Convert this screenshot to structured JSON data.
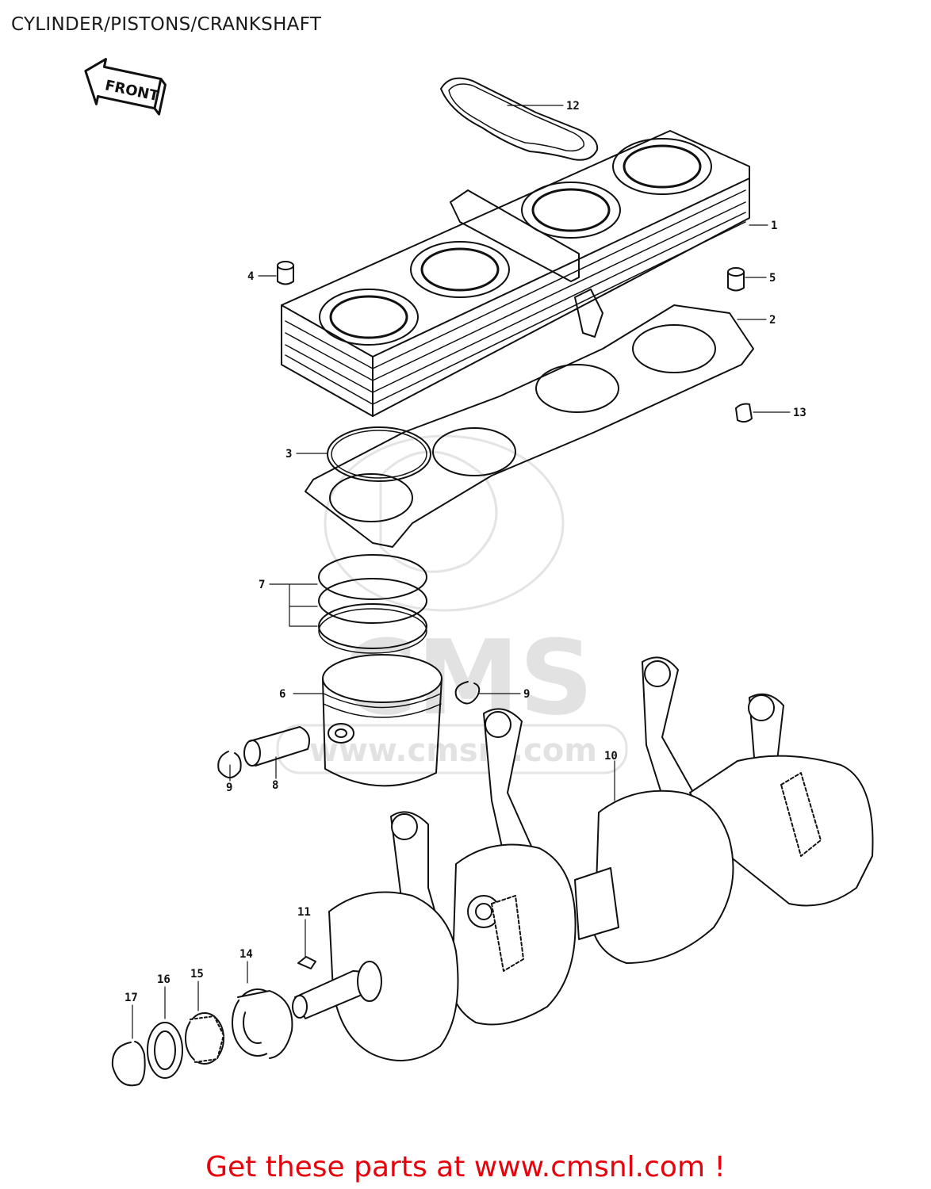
{
  "title": "CYLINDER/PISTONS/CRANKSHAFT",
  "front_label": "FRONT",
  "watermark": {
    "logo": "CMS",
    "url": "www.cmsnl.com"
  },
  "callouts": [
    {
      "id": "12",
      "part": "head-gasket"
    },
    {
      "id": "1",
      "part": "cylinder-block"
    },
    {
      "id": "4",
      "part": "dowel-pin-left"
    },
    {
      "id": "5",
      "part": "dowel-pin-right"
    },
    {
      "id": "2",
      "part": "base-gasket"
    },
    {
      "id": "13",
      "part": "plug"
    },
    {
      "id": "3",
      "part": "o-ring"
    },
    {
      "id": "7",
      "part": "piston-rings"
    },
    {
      "id": "6",
      "part": "piston"
    },
    {
      "id": "9",
      "part": "circlip-right"
    },
    {
      "id": "10",
      "part": "crankshaft"
    },
    {
      "id": "9",
      "part": "circlip-left"
    },
    {
      "id": "8",
      "part": "piston-pin"
    },
    {
      "id": "11",
      "part": "key"
    },
    {
      "id": "14",
      "part": "oil-seal"
    },
    {
      "id": "16",
      "part": "washer"
    },
    {
      "id": "15",
      "part": "needle-bearing"
    },
    {
      "id": "17",
      "part": "snap-ring"
    }
  ],
  "promo_text": "Get these parts at www.cmsnl.com !",
  "colors": {
    "line": "#111111",
    "promo": "#e8000b",
    "watermark": "#e2e2e2"
  }
}
